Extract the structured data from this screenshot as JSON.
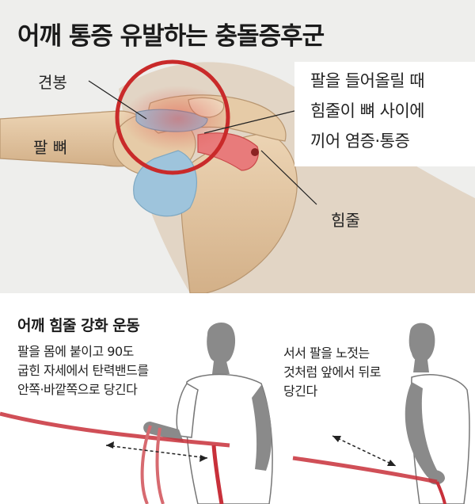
{
  "top_panel": {
    "title": "어깨 통증 유발하는 충돌증후군",
    "labels": {
      "acromion": "견봉",
      "arm_bone": "팔 뼈",
      "tendon": "힘줄"
    },
    "callout_lines": [
      "팔을 들어올릴 때",
      "힘줄이 뼈 사이에",
      "끼어 염증·통증"
    ]
  },
  "bottom_panel": {
    "title": "어깨 힘줄 강화 운동",
    "exercise_1_lines": [
      "팔을 몸에 붙이고 90도",
      "굽힌 자세에서 탄력밴드를",
      "안쪽·바깥쪽으로 당긴다"
    ],
    "exercise_2_lines": [
      "서서 팔을 노젓는",
      "것처럼 앞에서 뒤로",
      "당긴다"
    ]
  },
  "colors": {
    "background_top": "#eeeeec",
    "bone": "#e3c7a2",
    "cartilage_blue": "#9ec4dc",
    "tendon_red": "#e87b7b",
    "highlight_circle": "#c92a2a",
    "band_red": "#c8303a",
    "figure_gray": "#8a8a8a"
  }
}
